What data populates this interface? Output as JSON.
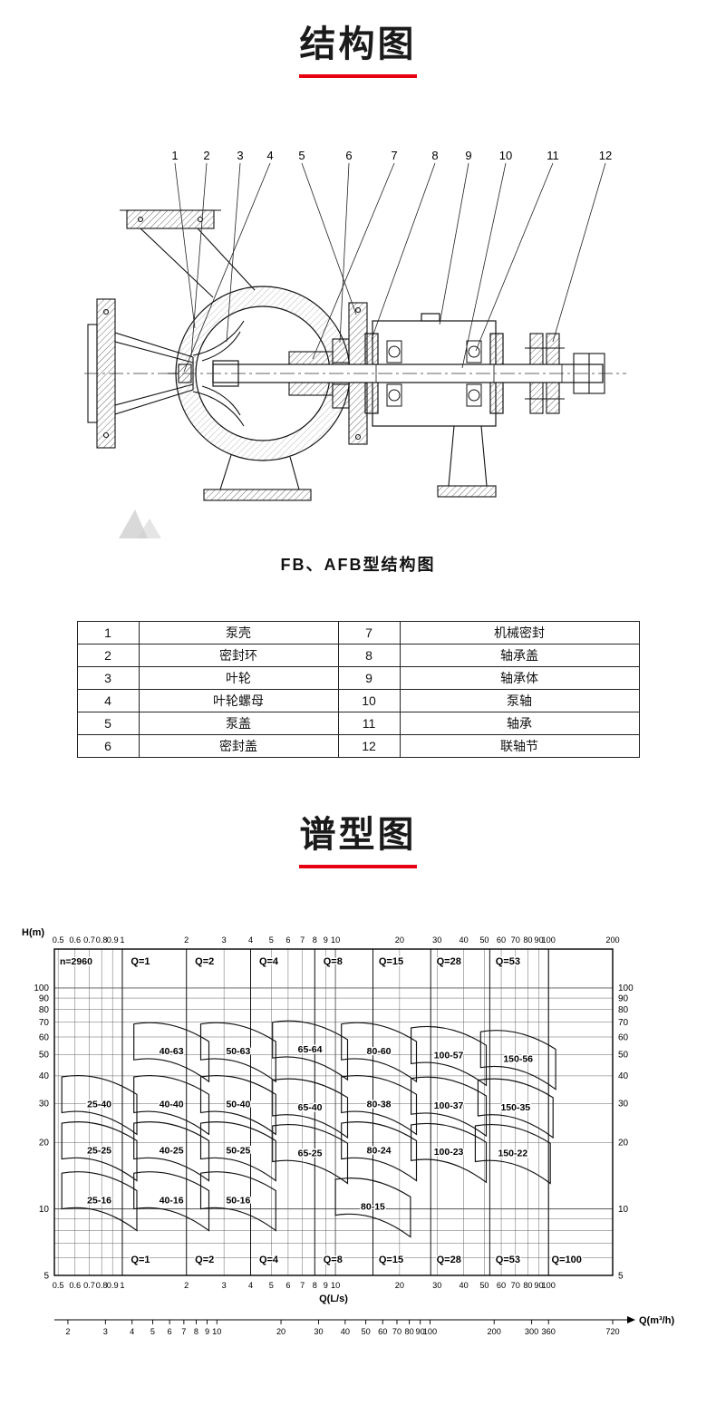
{
  "structure_section": {
    "title": "结构图",
    "accent_color": "#e60012",
    "caption": "FB、AFB型结构图",
    "callouts": [
      {
        "n": "1",
        "x": 108,
        "tx": 130,
        "ty": 200
      },
      {
        "n": "2",
        "x": 143,
        "tx": 126,
        "ty": 232
      },
      {
        "n": "3",
        "x": 180,
        "tx": 165,
        "ty": 215
      },
      {
        "n": "4",
        "x": 213,
        "tx": 118,
        "ty": 248
      },
      {
        "n": "5",
        "x": 248,
        "tx": 308,
        "ty": 185
      },
      {
        "n": "6",
        "x": 300,
        "tx": 290,
        "ty": 216
      },
      {
        "n": "7",
        "x": 350,
        "tx": 260,
        "ty": 234
      },
      {
        "n": "8",
        "x": 395,
        "tx": 325,
        "ty": 212
      },
      {
        "n": "9",
        "x": 432,
        "tx": 400,
        "ty": 196
      },
      {
        "n": "10",
        "x": 473,
        "tx": 425,
        "ty": 244
      },
      {
        "n": "11",
        "x": 525,
        "tx": 440,
        "ty": 225
      },
      {
        "n": "12",
        "x": 583,
        "tx": 525,
        "ty": 215
      }
    ],
    "parts_table": [
      [
        "1",
        "泵壳",
        "7",
        "机械密封"
      ],
      [
        "2",
        "密封环",
        "8",
        "轴承盖"
      ],
      [
        "3",
        "叶轮",
        "9",
        "轴承体"
      ],
      [
        "4",
        "叶轮螺母",
        "10",
        "泵轴"
      ],
      [
        "5",
        "泵盖",
        "11",
        "轴承"
      ],
      [
        "6",
        "密封盖",
        "12",
        "联轴节"
      ]
    ]
  },
  "chart_section": {
    "title": "谱型图",
    "accent_color": "#e60012"
  },
  "chart_data": {
    "type": "area",
    "title": "",
    "annotation": "n=2960",
    "ylabel": "H(m)",
    "xlabel": "Q(L/s)",
    "x2label": "Q(m³/h)",
    "x_scale": "log",
    "y_scale": "log",
    "x_range_Ls": [
      0.48,
      200
    ],
    "y_range_m": [
      5,
      150
    ],
    "x_grid": [
      0.5,
      0.6,
      0.7,
      0.8,
      0.9,
      1,
      2,
      3,
      4,
      5,
      6,
      7,
      8,
      9,
      10,
      20,
      30,
      40,
      50,
      60,
      70,
      80,
      90,
      100,
      200
    ],
    "y_grid": [
      5,
      6,
      7,
      8,
      9,
      10,
      20,
      30,
      40,
      50,
      60,
      70,
      80,
      90,
      100
    ],
    "x_ticks_top": [
      0.5,
      0.6,
      0.7,
      0.8,
      0.9,
      1,
      2,
      3,
      4,
      5,
      6,
      7,
      8,
      9,
      10,
      20,
      30,
      40,
      50,
      60,
      70,
      80,
      90,
      100,
      200
    ],
    "x_ticks_bottom": [
      0.5,
      0.6,
      0.7,
      0.8,
      0.9,
      1,
      2,
      3,
      4,
      5,
      6,
      7,
      8,
      9,
      10,
      20,
      30,
      40,
      50,
      60,
      70,
      80,
      90,
      100
    ],
    "y_ticks": [
      5,
      10,
      20,
      30,
      40,
      50,
      60,
      70,
      80,
      90,
      100
    ],
    "x2_ticks_m3h": [
      2,
      3,
      4,
      5,
      6,
      7,
      8,
      9,
      10,
      20,
      30,
      40,
      50,
      60,
      70,
      80,
      90,
      100,
      200,
      300,
      360,
      720
    ],
    "q_guides": [
      {
        "q": 1,
        "label": "Q=1",
        "top": true,
        "bottom": true
      },
      {
        "q": 2,
        "label": "Q=2",
        "top": true,
        "bottom": true
      },
      {
        "q": 4,
        "label": "Q=4",
        "top": true,
        "bottom": true
      },
      {
        "q": 8,
        "label": "Q=8",
        "top": true,
        "bottom": true
      },
      {
        "q": 15,
        "label": "Q=15",
        "top": true,
        "bottom": true
      },
      {
        "q": 28,
        "label": "Q=28",
        "top": true,
        "bottom": true
      },
      {
        "q": 53,
        "label": "Q=53",
        "top": true,
        "bottom": true
      },
      {
        "q": 100,
        "label": "Q=100",
        "top": false,
        "bottom": true
      }
    ],
    "regions": [
      {
        "label": "40-63",
        "q": 1.7,
        "h": 52
      },
      {
        "label": "50-63",
        "q": 3.5,
        "h": 52
      },
      {
        "label": "65-64",
        "q": 7.6,
        "h": 53
      },
      {
        "label": "80-60",
        "q": 16,
        "h": 52
      },
      {
        "label": "100-57",
        "q": 34,
        "h": 50
      },
      {
        "label": "150-56",
        "q": 72,
        "h": 48
      },
      {
        "label": "25-40",
        "q": 0.78,
        "h": 30
      },
      {
        "label": "40-40",
        "q": 1.7,
        "h": 30
      },
      {
        "label": "50-40",
        "q": 3.5,
        "h": 30
      },
      {
        "label": "65-40",
        "q": 7.6,
        "h": 29
      },
      {
        "label": "80-38",
        "q": 16,
        "h": 30
      },
      {
        "label": "100-37",
        "q": 34,
        "h": 29.5
      },
      {
        "label": "150-35",
        "q": 70,
        "h": 29
      },
      {
        "label": "25-25",
        "q": 0.78,
        "h": 18.5
      },
      {
        "label": "40-25",
        "q": 1.7,
        "h": 18.5
      },
      {
        "label": "50-25",
        "q": 3.5,
        "h": 18.5
      },
      {
        "label": "65-25",
        "q": 7.6,
        "h": 18
      },
      {
        "label": "80-24",
        "q": 16,
        "h": 18.5
      },
      {
        "label": "100-23",
        "q": 34,
        "h": 18.2
      },
      {
        "label": "150-22",
        "q": 68,
        "h": 18
      },
      {
        "label": "25-16",
        "q": 0.78,
        "h": 11
      },
      {
        "label": "40-16",
        "q": 1.7,
        "h": 11
      },
      {
        "label": "50-16",
        "q": 3.5,
        "h": 11
      },
      {
        "label": "80-15",
        "q": 15,
        "h": 10.3
      }
    ]
  }
}
